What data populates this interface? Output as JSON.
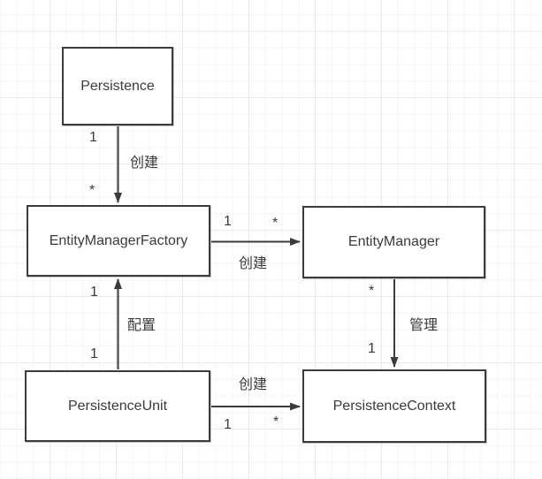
{
  "nodes": [
    {
      "label": "Persistence"
    },
    {
      "label": "EntityManagerFactory"
    },
    {
      "label": "EntityManager"
    },
    {
      "label": "PersistenceUnit"
    },
    {
      "label": "PersistenceContext"
    }
  ],
  "edges": [
    {
      "from": "Persistence",
      "to": "EntityManagerFactory",
      "label": "创建",
      "source_multiplicity": "1",
      "target_multiplicity": "*"
    },
    {
      "from": "EntityManagerFactory",
      "to": "EntityManager",
      "label": "创建",
      "source_multiplicity": "1",
      "target_multiplicity": "*"
    },
    {
      "from": "PersistenceUnit",
      "to": "EntityManagerFactory",
      "label": "配置",
      "source_multiplicity": "1",
      "target_multiplicity": "1"
    },
    {
      "from": "EntityManager",
      "to": "PersistenceContext",
      "label": "管理",
      "source_multiplicity": "*",
      "target_multiplicity": "1"
    },
    {
      "from": "PersistenceUnit",
      "to": "PersistenceContext",
      "label": "创建",
      "source_multiplicity": "1",
      "target_multiplicity": "*"
    }
  ],
  "colors": {
    "node_border": "#3b3b3b",
    "node_fill": "#ffffff",
    "text": "#3a3a3a",
    "arrow": "#3b3b3b",
    "grid_minor": "#f4f4f6",
    "grid_major": "#e9e9ec",
    "background": "#ffffff"
  }
}
